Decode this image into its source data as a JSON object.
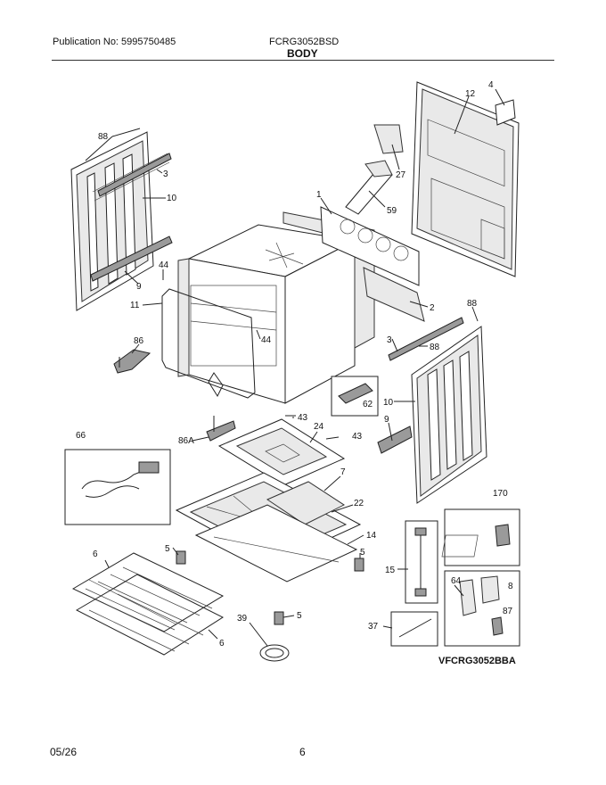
{
  "header": {
    "publication": "Publication No: 5995750485",
    "model": "FCRG3052BSD",
    "section": "BODY"
  },
  "footer": {
    "date": "05/26",
    "page": "6"
  },
  "diagram": {
    "code": "VFCRG3052BBA",
    "callouts": {
      "c88_left": "88",
      "c3_left": "3",
      "c10_left": "10",
      "c9_left": "9",
      "c44_a": "44",
      "c44_b": "44",
      "c11": "11",
      "c86": "86",
      "c1": "1",
      "c12": "12",
      "c4": "4",
      "c27": "27",
      "c59": "59",
      "c2": "2",
      "c88_right_top": "88",
      "c3_right": "3",
      "c88_right": "88",
      "c62": "62",
      "c10_right": "10",
      "c9_right": "9",
      "c43_a": "43",
      "c43_b": "43",
      "c24": "24",
      "c86A": "86A",
      "c66": "66",
      "c7": "7",
      "c22": "22",
      "c14": "14",
      "c5_a": "5",
      "c5_b": "5",
      "c5_c": "5",
      "c6_a": "6",
      "c6_b": "6",
      "c39": "39",
      "c170": "170",
      "c15": "15",
      "c64": "64",
      "c8": "8",
      "c87": "87",
      "c37": "37"
    }
  }
}
